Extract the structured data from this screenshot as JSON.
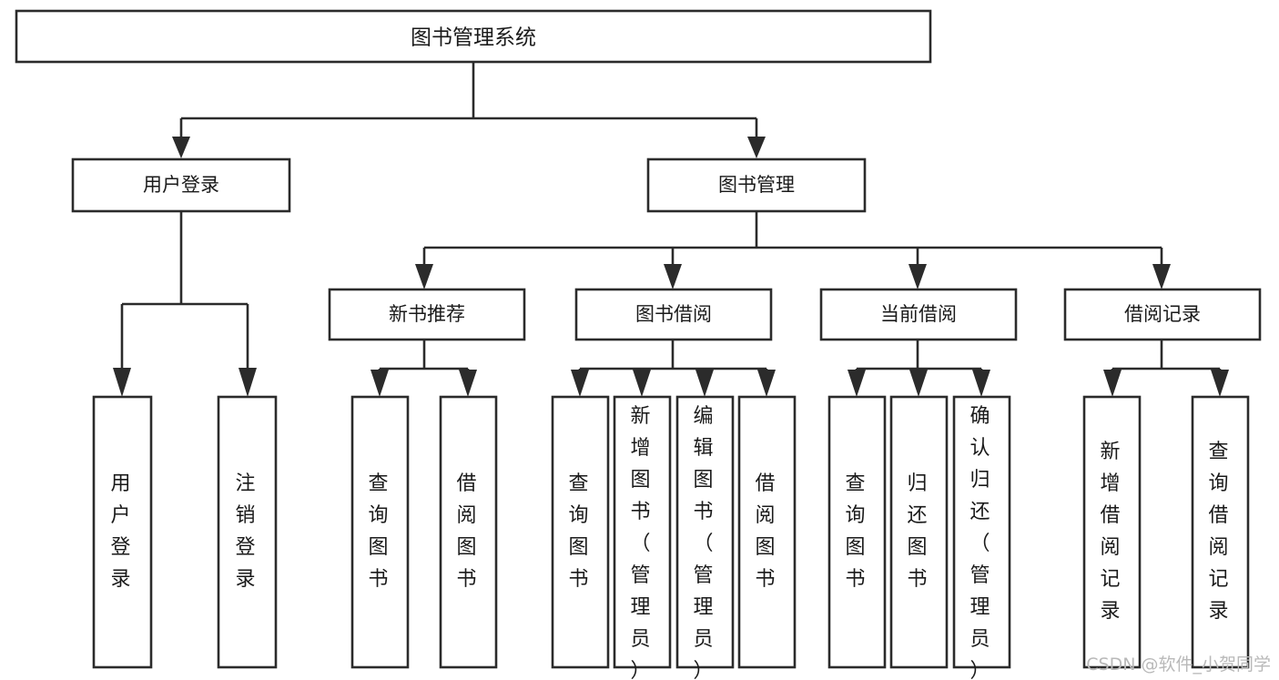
{
  "diagram": {
    "title": "图书管理系统",
    "type": "hierarchy-tree",
    "root": {
      "label": "图书管理系统"
    },
    "level1": [
      {
        "label": "用户登录"
      },
      {
        "label": "图书管理"
      }
    ],
    "level2": [
      {
        "label": "新书推荐"
      },
      {
        "label": "图书借阅"
      },
      {
        "label": "当前借阅"
      },
      {
        "label": "借阅记录"
      }
    ],
    "leaves": {
      "user_login": [
        {
          "label": "用户登录"
        },
        {
          "label": "注销登录"
        }
      ],
      "new_book_recommend": [
        {
          "label": "查询图书"
        },
        {
          "label": "借阅图书"
        }
      ],
      "book_borrow": [
        {
          "label": "查询图书"
        },
        {
          "label": "新增图书（管理员）"
        },
        {
          "label": "编辑图书（管理员）"
        },
        {
          "label": "借阅图书"
        }
      ],
      "current_borrow": [
        {
          "label": "查询图书"
        },
        {
          "label": "归还图书"
        },
        {
          "label": "确认归还（管理员）"
        }
      ],
      "borrow_record": [
        {
          "label": "新增借阅记录"
        },
        {
          "label": "查询借阅记录"
        }
      ]
    }
  },
  "watermark": {
    "text": "CSDN @软件_小贺同学"
  },
  "colors": {
    "stroke": "#2b2b2b",
    "fill": "#ffffff",
    "text": "#1a1a1a",
    "watermark": "#b9b9b9",
    "background": "#ffffff"
  }
}
